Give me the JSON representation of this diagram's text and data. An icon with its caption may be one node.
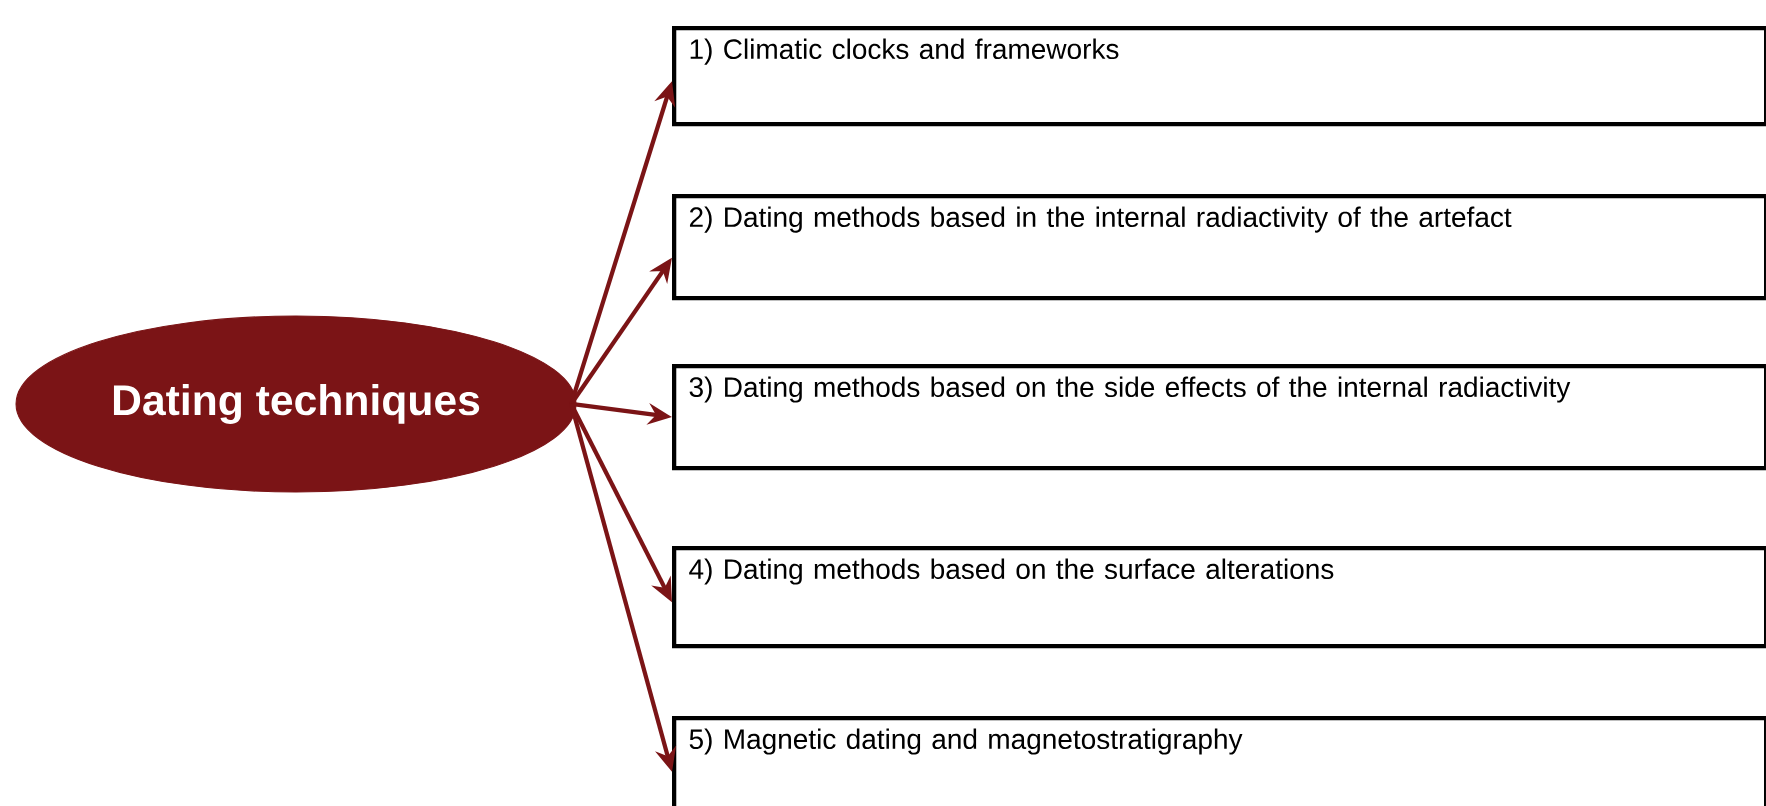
{
  "diagram": {
    "nodes": [
      {
        "text": [
          "Dating techniques"
        ]
      },
      {
        "text": [
          "1) Climatic clocks and frameworks"
        ]
      },
      {
        "text": [
          "2) Dating methods based in the internal radiactivity of the artefact"
        ]
      },
      {
        "text": [
          "3) Dating methods based on the side effects of the internal radiactivity"
        ]
      },
      {
        "text": [
          "4) Dating methods based on the surface alterations"
        ]
      },
      {
        "text": [
          "5) Magnetic dating and magnetostratigraphy"
        ]
      }
    ],
    "edges": [
      {
        "from": 0,
        "to": 1,
        "arrow": "to"
      },
      {
        "from": 0,
        "to": 2,
        "arrow": "to"
      },
      {
        "from": 0,
        "to": 3,
        "arrow": "to"
      },
      {
        "from": 0,
        "to": 4,
        "arrow": "to"
      },
      {
        "from": 0,
        "to": 5,
        "arrow": "to"
      }
    ]
  }
}
